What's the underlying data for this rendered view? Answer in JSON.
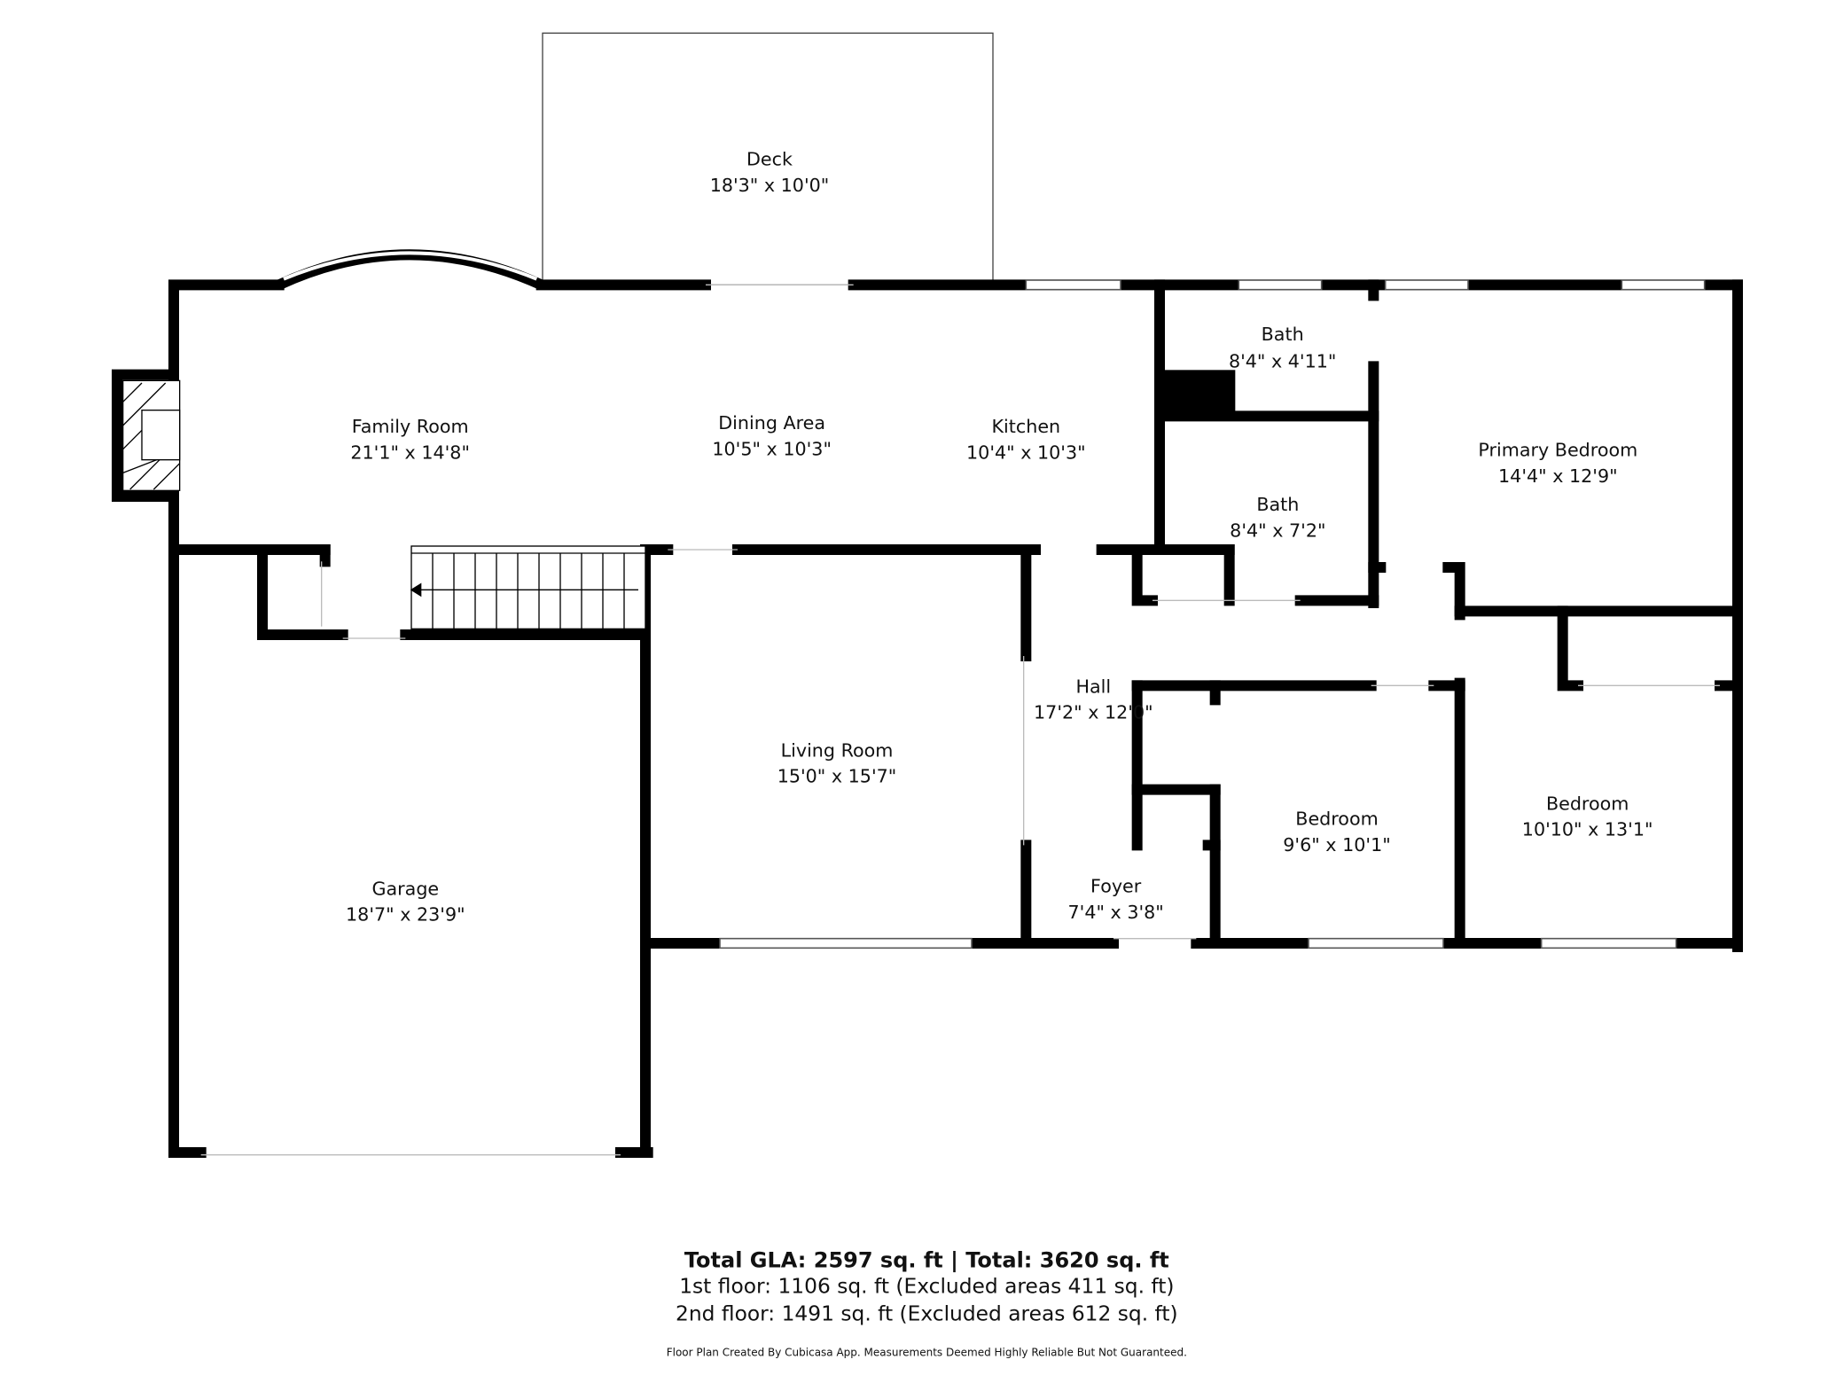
{
  "rooms": {
    "deck": {
      "name": "Deck",
      "dims": "18'3\" x 10'0\""
    },
    "family_room": {
      "name": "Family Room",
      "dims": "21'1\" x 14'8\""
    },
    "dining_area": {
      "name": "Dining Area",
      "dims": "10'5\" x 10'3\""
    },
    "kitchen": {
      "name": "Kitchen",
      "dims": "10'4\" x 10'3\""
    },
    "bath_upper": {
      "name": "Bath",
      "dims": "8'4\" x 4'11\""
    },
    "bath_lower": {
      "name": "Bath",
      "dims": "8'4\" x 7'2\""
    },
    "primary_bedroom": {
      "name": "Primary Bedroom",
      "dims": "14'4\" x 12'9\""
    },
    "hall": {
      "name": "Hall",
      "dims": "17'2\" x 12'0\""
    },
    "living_room": {
      "name": "Living Room",
      "dims": "15'0\" x 15'7\""
    },
    "garage": {
      "name": "Garage",
      "dims": "18'7\" x 23'9\""
    },
    "foyer": {
      "name": "Foyer",
      "dims": "7'4\" x 3'8\""
    },
    "bedroom_mid": {
      "name": "Bedroom",
      "dims": "9'6\" x 10'1\""
    },
    "bedroom_right": {
      "name": "Bedroom",
      "dims": "10'10\" x 13'1\""
    }
  },
  "totals": {
    "headline": "Total GLA: 2597 sq. ft | Total: 3620 sq. ft",
    "first_floor": "1st floor: 1106 sq. ft (Excluded areas 411 sq. ft)",
    "second_floor": "2nd floor: 1491 sq. ft (Excluded areas 612 sq. ft)",
    "disclaimer": "Floor Plan Created By Cubicasa App. Measurements Deemed Highly Reliable But Not Guaranteed."
  }
}
